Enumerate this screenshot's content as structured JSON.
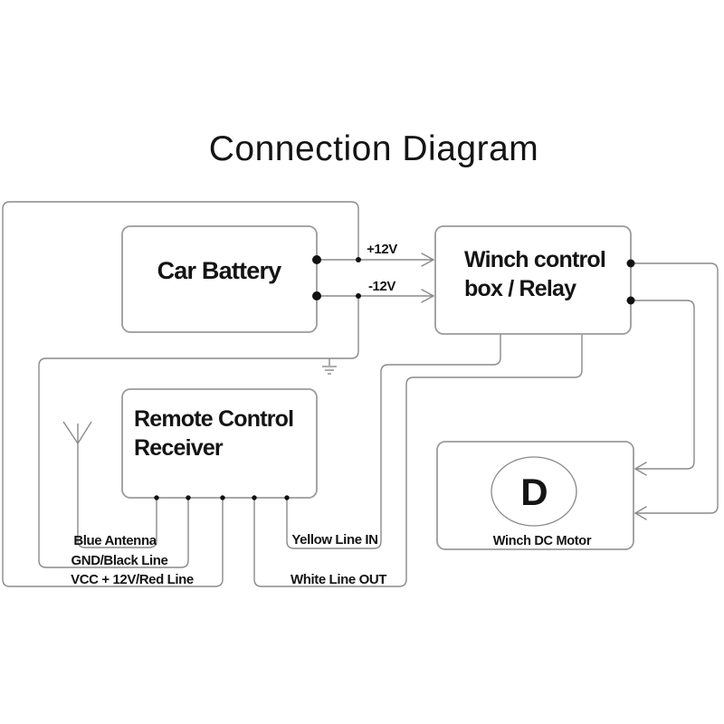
{
  "title": "Connection Diagram",
  "colors": {
    "bg": "#ffffff",
    "wire": "#8a8a8a",
    "border": "#9b9b9b",
    "text": "#141414",
    "dot": "#111111"
  },
  "boxes": {
    "battery": {
      "label": "Car Battery"
    },
    "winch_control": {
      "line1": "Winch control",
      "line2": "box / Relay"
    },
    "receiver": {
      "line1": "Remote Control",
      "line2": "Receiver"
    },
    "motor": {
      "symbol_letter": "D",
      "label": "Winch DC Motor"
    }
  },
  "wire_labels": {
    "plus12v": "+12V",
    "minus12v": "-12V",
    "blue_antenna": "Blue Antenna",
    "gnd_black": "GND/Black Line",
    "vcc_red": "VCC + 12V/Red Line",
    "yellow_in": "Yellow Line IN",
    "white_out": "White Line OUT"
  },
  "icons": {
    "antenna": "antenna-icon",
    "ground": "ground-icon"
  }
}
